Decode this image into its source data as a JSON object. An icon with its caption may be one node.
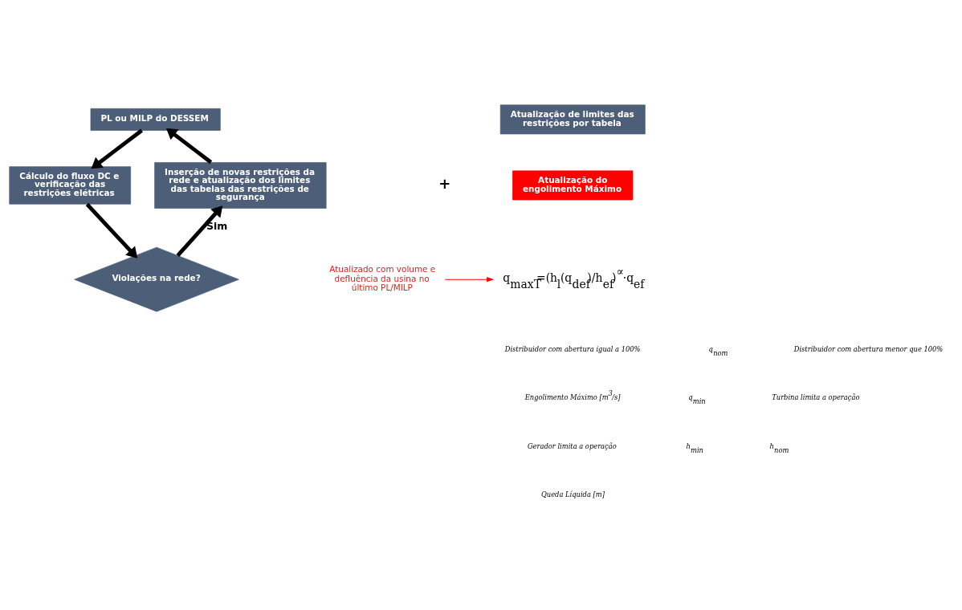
{
  "diagram": {
    "nodes": [
      {
        "text": [
          "PL ou MILP do DESSEM"
        ]
      },
      {
        "text": [
          "Cálculo do fluxo DC e verificação das restrições elétricas"
        ]
      },
      {
        "text": [
          "Violações na rede?"
        ]
      },
      {
        "text": [
          "Inserção de novas restrições da rede e atualização dos limites das tabelas das restrições de segurança"
        ]
      },
      {
        "text": [
          "Atualização de limites das restrições por tabela"
        ]
      },
      {
        "text": [
          "Atualização do engolimento Máximo"
        ]
      },
      {
        "text": [
          "Atualizado com volume e defluência da usina no último PL/MILP"
        ]
      },
      {
        "text": [
          "q$_{maxT}$=(h$_{l}$(q$_{def}$)/h$_{ef}$)$^{∝}$·q$_{ef}$"
        ]
      }
    ],
    "edges": [
      {
        "from": 0,
        "to": 1,
        "arrow": "to"
      },
      {
        "from": 1,
        "to": 2,
        "arrow": "to"
      },
      {
        "from": 2,
        "to": 3,
        "arrow": "to",
        "label": "Sim"
      },
      {
        "from": 3,
        "to": 0,
        "arrow": "to"
      },
      {
        "from": 6,
        "to": 7,
        "arrow": "to",
        "color": "#ff0000"
      }
    ],
    "labels": [
      "+",
      "Distribuidor com abertura igual a 100%",
      "q$_{nom}$",
      "Distribuidor com abertura menor que 100%",
      "Engolimento Máximo [m$^{3}$/s]",
      "q$_{min}$",
      "Turbina limita a operação",
      "Gerador limita a operação",
      "h$_{min}$",
      "h$_{nom}$",
      "Queda Líquida [m]"
    ]
  }
}
